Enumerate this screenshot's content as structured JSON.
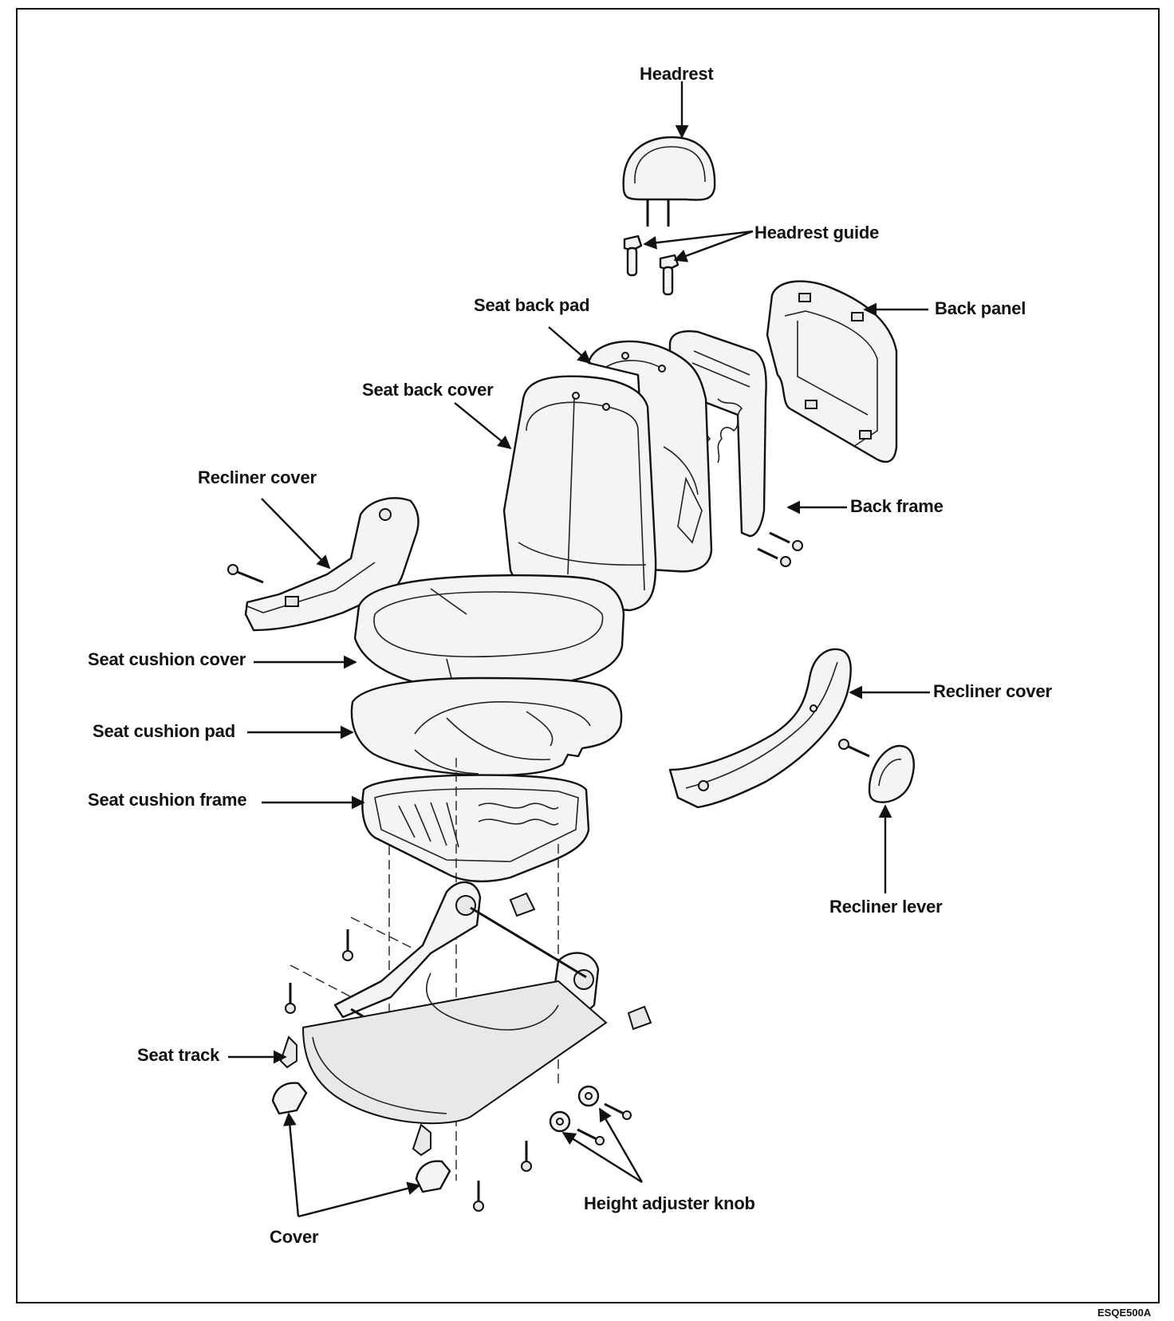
{
  "labels": {
    "headrest": "Headrest",
    "headrest_guide": "Headrest guide",
    "seat_back_pad": "Seat back pad",
    "back_panel": "Back panel",
    "seat_back_cover": "Seat back cover",
    "recliner_cover_left": "Recliner cover",
    "back_frame": "Back frame",
    "seat_cushion_cover": "Seat cushion cover",
    "recliner_cover_right": "Recliner cover",
    "seat_cushion_pad": "Seat cushion pad",
    "seat_cushion_frame": "Seat cushion frame",
    "recliner_lever": "Recliner lever",
    "seat_track": "Seat track",
    "height_adjuster_knob": "Height adjuster knob",
    "cover": "Cover"
  },
  "figure_code": "ESQE500A"
}
